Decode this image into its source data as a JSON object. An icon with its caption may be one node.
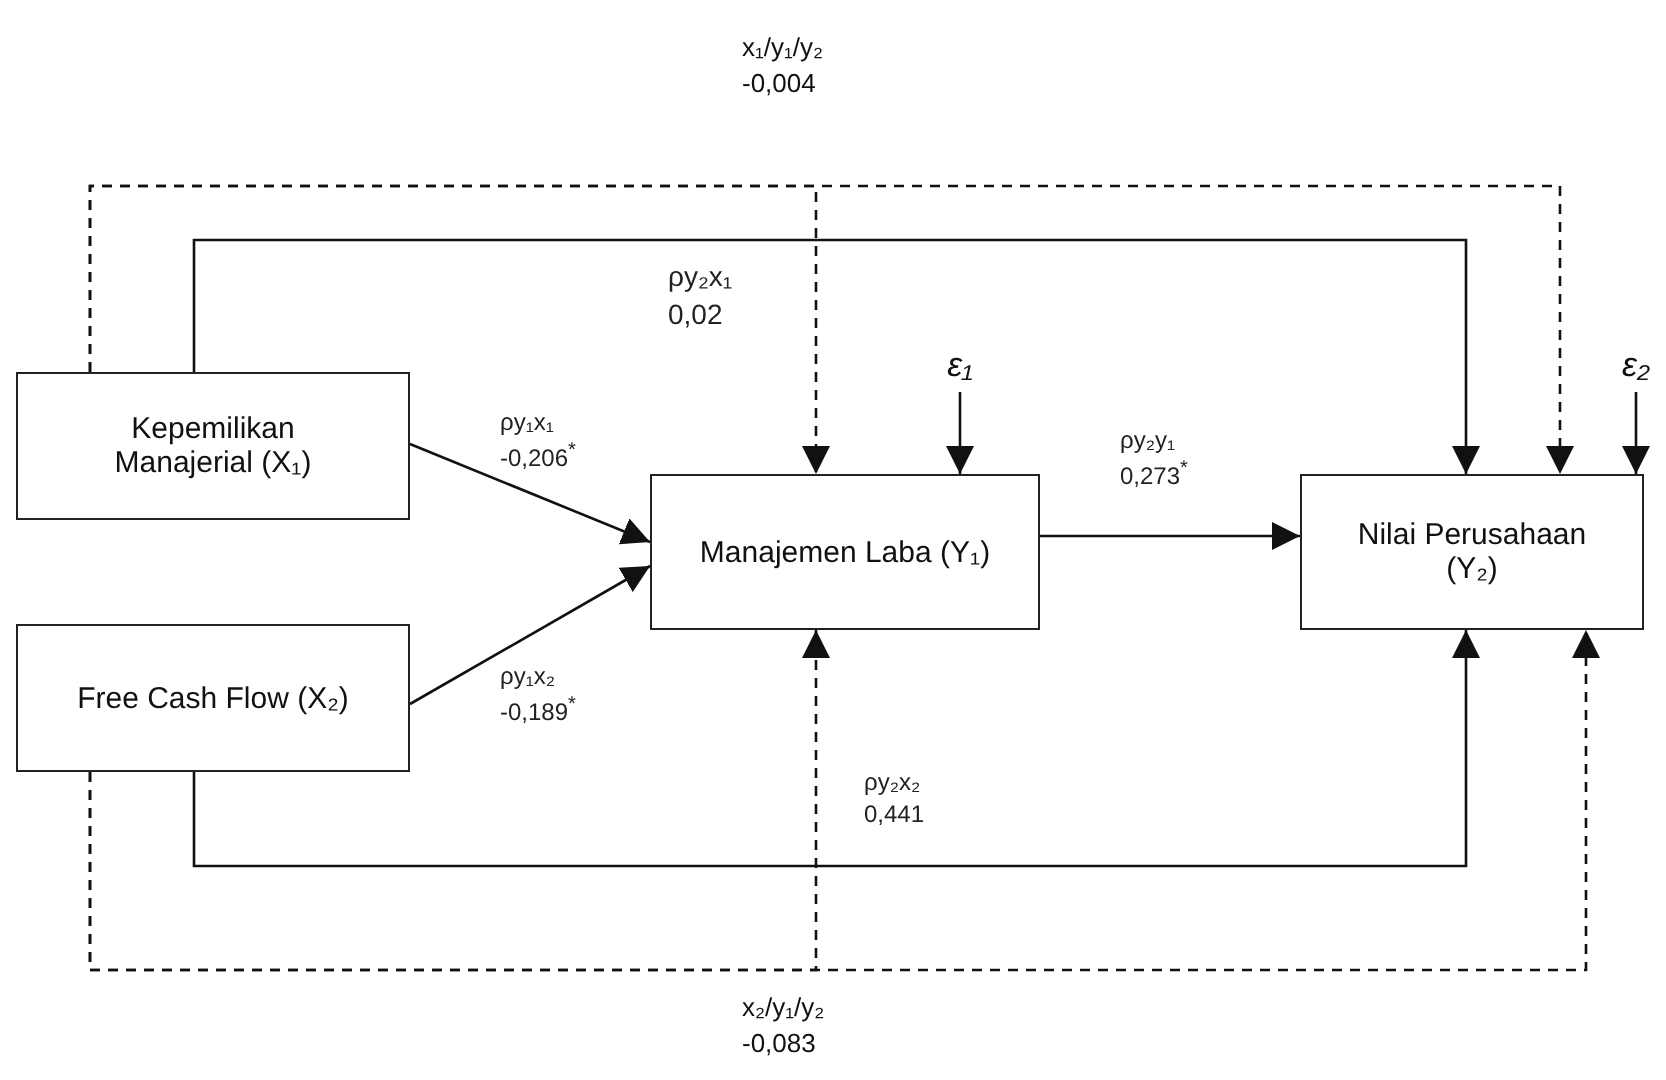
{
  "diagram": {
    "nodes": [
      {
        "text": [
          "Kepemilikan Manajerial (X₁)"
        ]
      },
      {
        "text": [
          "Free Cash Flow (X₂)"
        ]
      },
      {
        "text": [
          "Manajemen Laba (Y₁)"
        ]
      },
      {
        "text": [
          "Nilai Perusahaan (Y₂)"
        ]
      },
      {
        "text": [
          "ε₁"
        ]
      },
      {
        "text": [
          "ε₂"
        ]
      }
    ],
    "edges": [
      {
        "from": 0,
        "to": 2,
        "arrow": "to",
        "label": "ρy₁x₁ -0,206$^{*}$"
      },
      {
        "from": 1,
        "to": 2,
        "arrow": "to",
        "label": "ρy₁x₂ -0,189$^{*}$"
      },
      {
        "from": 2,
        "to": 3,
        "arrow": "to",
        "label": "ρy₂y₁ 0,273$^{*}$"
      },
      {
        "from": 0,
        "to": 3,
        "arrow": "to",
        "label": "ρy₂x₁ 0,02"
      },
      {
        "from": 1,
        "to": 3,
        "arrow": "to",
        "label": "ρy₂x₂ 0,441"
      },
      {
        "from": 0,
        "to": 2,
        "arrow": "to",
        "style": "dashed"
      },
      {
        "from": 0,
        "to": 3,
        "arrow": "to",
        "style": "dashed"
      },
      {
        "from": 1,
        "to": 2,
        "arrow": "to",
        "style": "dashed"
      },
      {
        "from": 1,
        "to": 3,
        "arrow": "to",
        "style": "dashed"
      },
      {
        "from": 4,
        "to": 2,
        "arrow": "to"
      },
      {
        "from": 5,
        "to": 3,
        "arrow": "to"
      }
    ],
    "labels": [
      "x₁/y₁/y₂ -0,004",
      "x₂/y₁/y₂ -0,083"
    ]
  }
}
